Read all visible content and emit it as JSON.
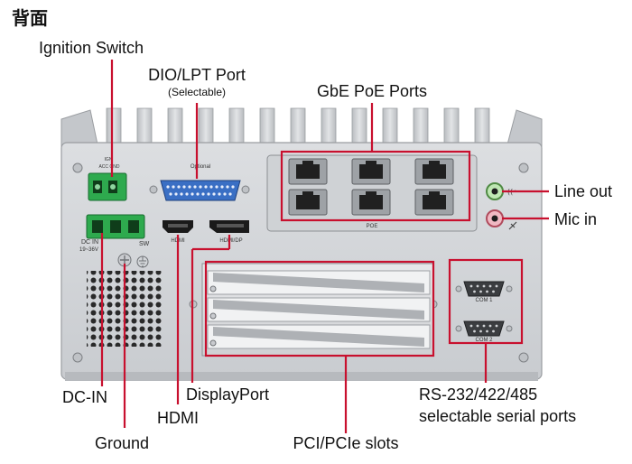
{
  "heading": "背面",
  "labels": {
    "ignition_switch": "Ignition Switch",
    "dio_lpt_port": "DIO/LPT Port",
    "dio_selectable": "(Selectable)",
    "gbe_poe_ports": "GbE PoE Ports",
    "line_out": "Line out",
    "mic_in": "Mic in",
    "dc_in": "DC-IN",
    "displayport": "DisplayPort",
    "hdmi": "HDMI",
    "ground": "Ground",
    "pci_slots": "PCI/PCIe slots",
    "serial_line1": "RS-232/422/485",
    "serial_line2": "selectable serial ports"
  },
  "silkscreen": {
    "ign": "IGN",
    "acc_gnd": "ACC GND",
    "optional": "Optional",
    "poe": "POE",
    "dc_in": "DC IN",
    "dc_range": "19~36V",
    "sw": "SW",
    "hdmi": "HDMI",
    "hdmi_dp": "HDMI/DP",
    "com1": "COM 1",
    "com2": "COM 2"
  },
  "colors": {
    "callout": "#c8102e",
    "chassis": "#d4d6d9",
    "terminal_green": "#2eaa4e",
    "dsub_blue": "#3a6fc4"
  }
}
